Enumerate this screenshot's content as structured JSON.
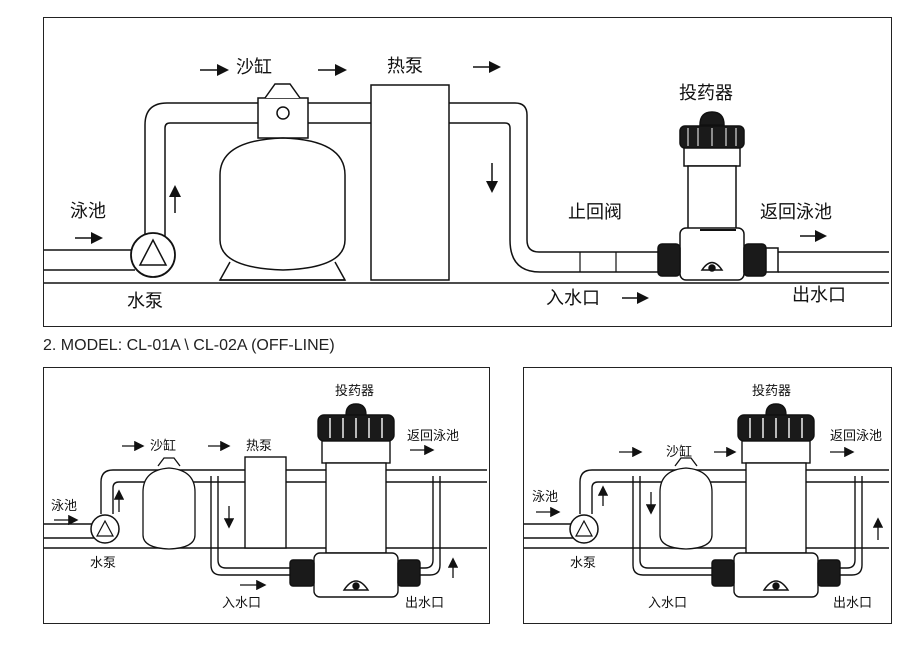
{
  "top": {
    "labels": {
      "pool": "泳池",
      "pump": "水泵",
      "sand_filter": "沙缸",
      "heat_pump": "热泵",
      "chlorinator": "投药器",
      "check_valve": "止回阀",
      "return_to_pool": "返回泳池",
      "inlet": "入水口",
      "outlet": "出水口"
    }
  },
  "caption": "2. MODEL: CL-01A \\ CL-02A (OFF-LINE)",
  "bottom_left": {
    "labels": {
      "pool": "泳池",
      "pump": "水泵",
      "sand_filter": "沙缸",
      "heat_pump": "热泵",
      "chlorinator": "投药器",
      "return_to_pool": "返回泳池",
      "inlet": "入水口",
      "outlet": "出水口"
    }
  },
  "bottom_right": {
    "labels": {
      "pool": "泳池",
      "pump": "水泵",
      "sand_filter": "沙缸",
      "chlorinator": "投药器",
      "return_to_pool": "返回泳池",
      "inlet": "入水口",
      "outlet": "出水口"
    }
  },
  "colors": {
    "line": "#111111",
    "cap": "#1a1a1a",
    "background": "#ffffff"
  }
}
